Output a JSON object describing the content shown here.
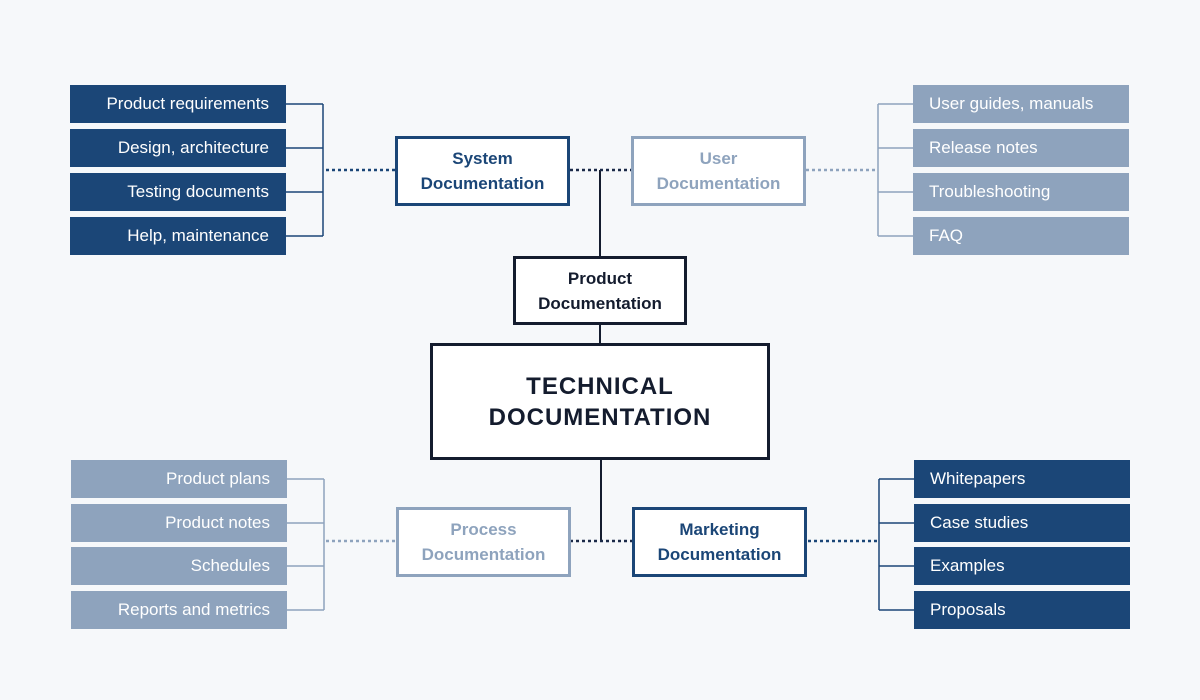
{
  "diagram": {
    "center": {
      "line1": "TECHNICAL",
      "line2": "DOCUMENTATION"
    },
    "product": {
      "line1": "Product",
      "line2": "Documentation"
    },
    "system": {
      "line1": "System",
      "line2": "Documentation",
      "items": [
        "Product requirements",
        "Design, architecture",
        "Testing documents",
        "Help, maintenance"
      ]
    },
    "user": {
      "line1": "User",
      "line2": "Documentation",
      "items": [
        "User guides, manuals",
        "Release notes",
        "Troubleshooting",
        "FAQ"
      ]
    },
    "process": {
      "line1": "Process",
      "line2": "Documentation",
      "items": [
        "Product plans",
        "Product notes",
        "Schedules",
        "Reports and metrics"
      ]
    },
    "marketing": {
      "line1": "Marketing",
      "line2": "Documentation",
      "items": [
        "Whitepapers",
        "Case studies",
        "Examples",
        "Proposals"
      ]
    },
    "colors": {
      "dark": "#1b4677",
      "light": "#8ea3bd",
      "ink": "#141c2e",
      "background": "#f6f8fa"
    }
  }
}
